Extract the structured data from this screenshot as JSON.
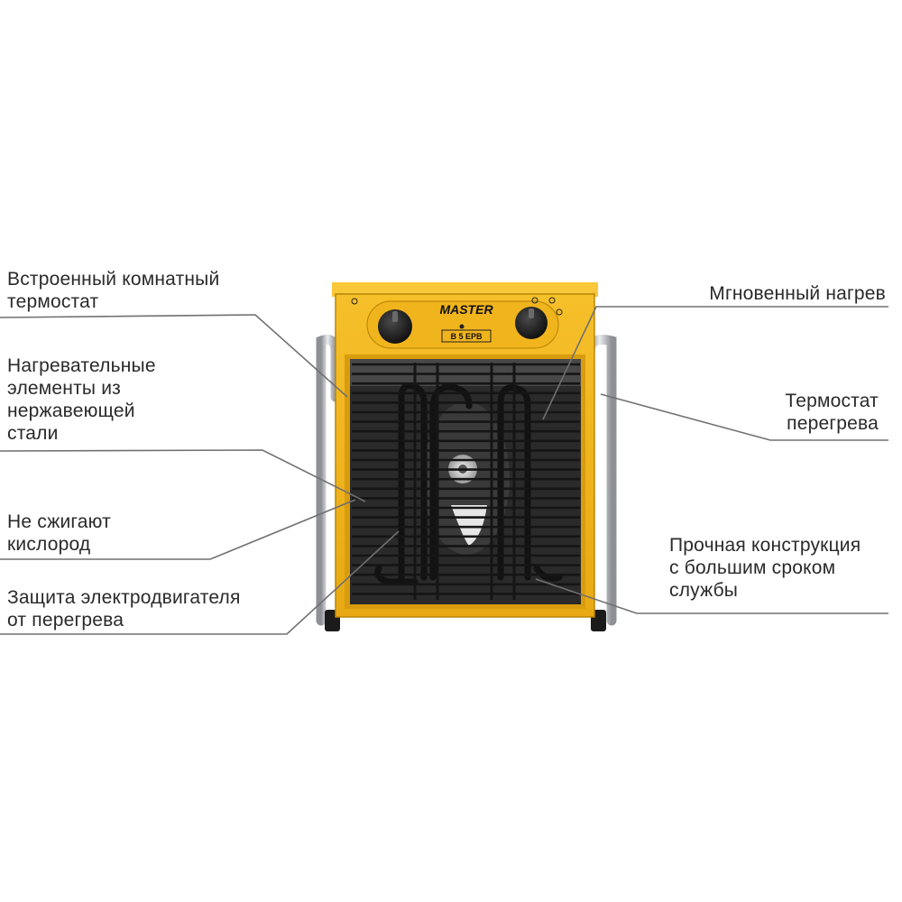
{
  "product": {
    "brand": "MASTER",
    "model": "B 5 EPB",
    "colors": {
      "body": "#f3b51c",
      "body_dark": "#c98f0a",
      "grille": "#1a1a1a",
      "frame": "#b9bcc0",
      "leader": "#707070"
    }
  },
  "labels": {
    "room_thermostat": [
      "Встроенный комнатный",
      "термостат"
    ],
    "heating_elements": [
      "Нагревательные",
      "элементы из",
      "нержавеющей",
      "стали"
    ],
    "no_oxygen_burn": [
      "Не сжигают",
      "кислород"
    ],
    "motor_protection": [
      "Защита электродвигателя",
      "от перегрева"
    ],
    "instant_heat": [
      "Мгновенный нагрев"
    ],
    "overheat_thermostat": [
      "Термостат",
      "перегрева"
    ],
    "durable_construction": [
      "Прочная конструкция",
      "с большим сроком",
      "службы"
    ]
  }
}
